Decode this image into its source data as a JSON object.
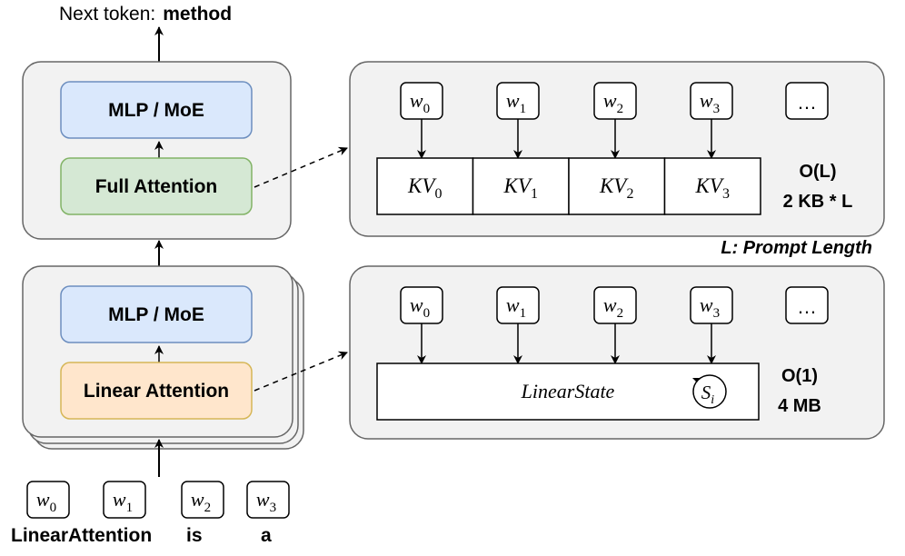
{
  "next_token": {
    "prefix": "Next token:",
    "value": "method"
  },
  "full_block": {
    "mlp_label": "MLP / MoE",
    "attn_label": "Full Attention"
  },
  "linear_block": {
    "mlp_label": "MLP / MoE",
    "attn_label": "Linear Attention"
  },
  "kv_panel": {
    "tokens": [
      {
        "base": "w",
        "sub": "0"
      },
      {
        "base": "w",
        "sub": "1"
      },
      {
        "base": "w",
        "sub": "2"
      },
      {
        "base": "w",
        "sub": "3"
      }
    ],
    "ellipsis": "…",
    "cache_cells": [
      {
        "base": "KV",
        "sub": "0"
      },
      {
        "base": "KV",
        "sub": "1"
      },
      {
        "base": "KV",
        "sub": "2"
      },
      {
        "base": "KV",
        "sub": "3"
      }
    ],
    "complexity": "O(L)",
    "memory": "2 KB * L"
  },
  "prompt_length_note": "L: Prompt Length",
  "state_panel": {
    "tokens": [
      {
        "base": "w",
        "sub": "0"
      },
      {
        "base": "w",
        "sub": "1"
      },
      {
        "base": "w",
        "sub": "2"
      },
      {
        "base": "w",
        "sub": "3"
      }
    ],
    "ellipsis": "…",
    "state_label": "LinearState",
    "state_symbol": {
      "base": "S",
      "sub": "i"
    },
    "complexity": "O(1)",
    "memory": "4 MB"
  },
  "input_tokens": [
    {
      "base": "w",
      "sub": "0",
      "word": "LinearAttention"
    },
    {
      "base": "w",
      "sub": "1",
      "word": "is"
    },
    {
      "base": "w",
      "sub": "2",
      "word": ""
    },
    {
      "base": "w",
      "sub": "3",
      "word": "a"
    }
  ],
  "colors": {
    "panel_fill": "#f2f2f2",
    "panel_stroke": "#666666",
    "mlp_fill": "#dae8fc",
    "mlp_stroke": "#6c8ebf",
    "full_attn_fill": "#d5e8d4",
    "full_attn_stroke": "#82b366",
    "linear_attn_fill": "#ffe6cc",
    "linear_attn_stroke": "#d6b656"
  }
}
